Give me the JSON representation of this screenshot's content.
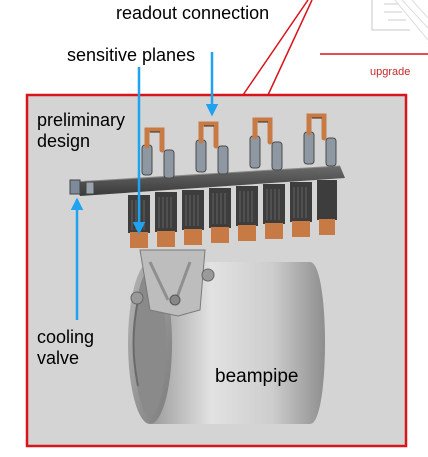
{
  "labels": {
    "readout": "readout connection",
    "sensitive": "sensitive planes",
    "preliminary": [
      "preliminary",
      "design"
    ],
    "cooling": [
      "cooling",
      "valve"
    ],
    "beampipe": "beampipe",
    "upgrade": "upgrade"
  },
  "colors": {
    "frame": "#d9141b",
    "arrow": "#1fa3f0",
    "background": "#d4d4d4",
    "copper": "#c87a45",
    "metal": "#a9a9a9"
  }
}
